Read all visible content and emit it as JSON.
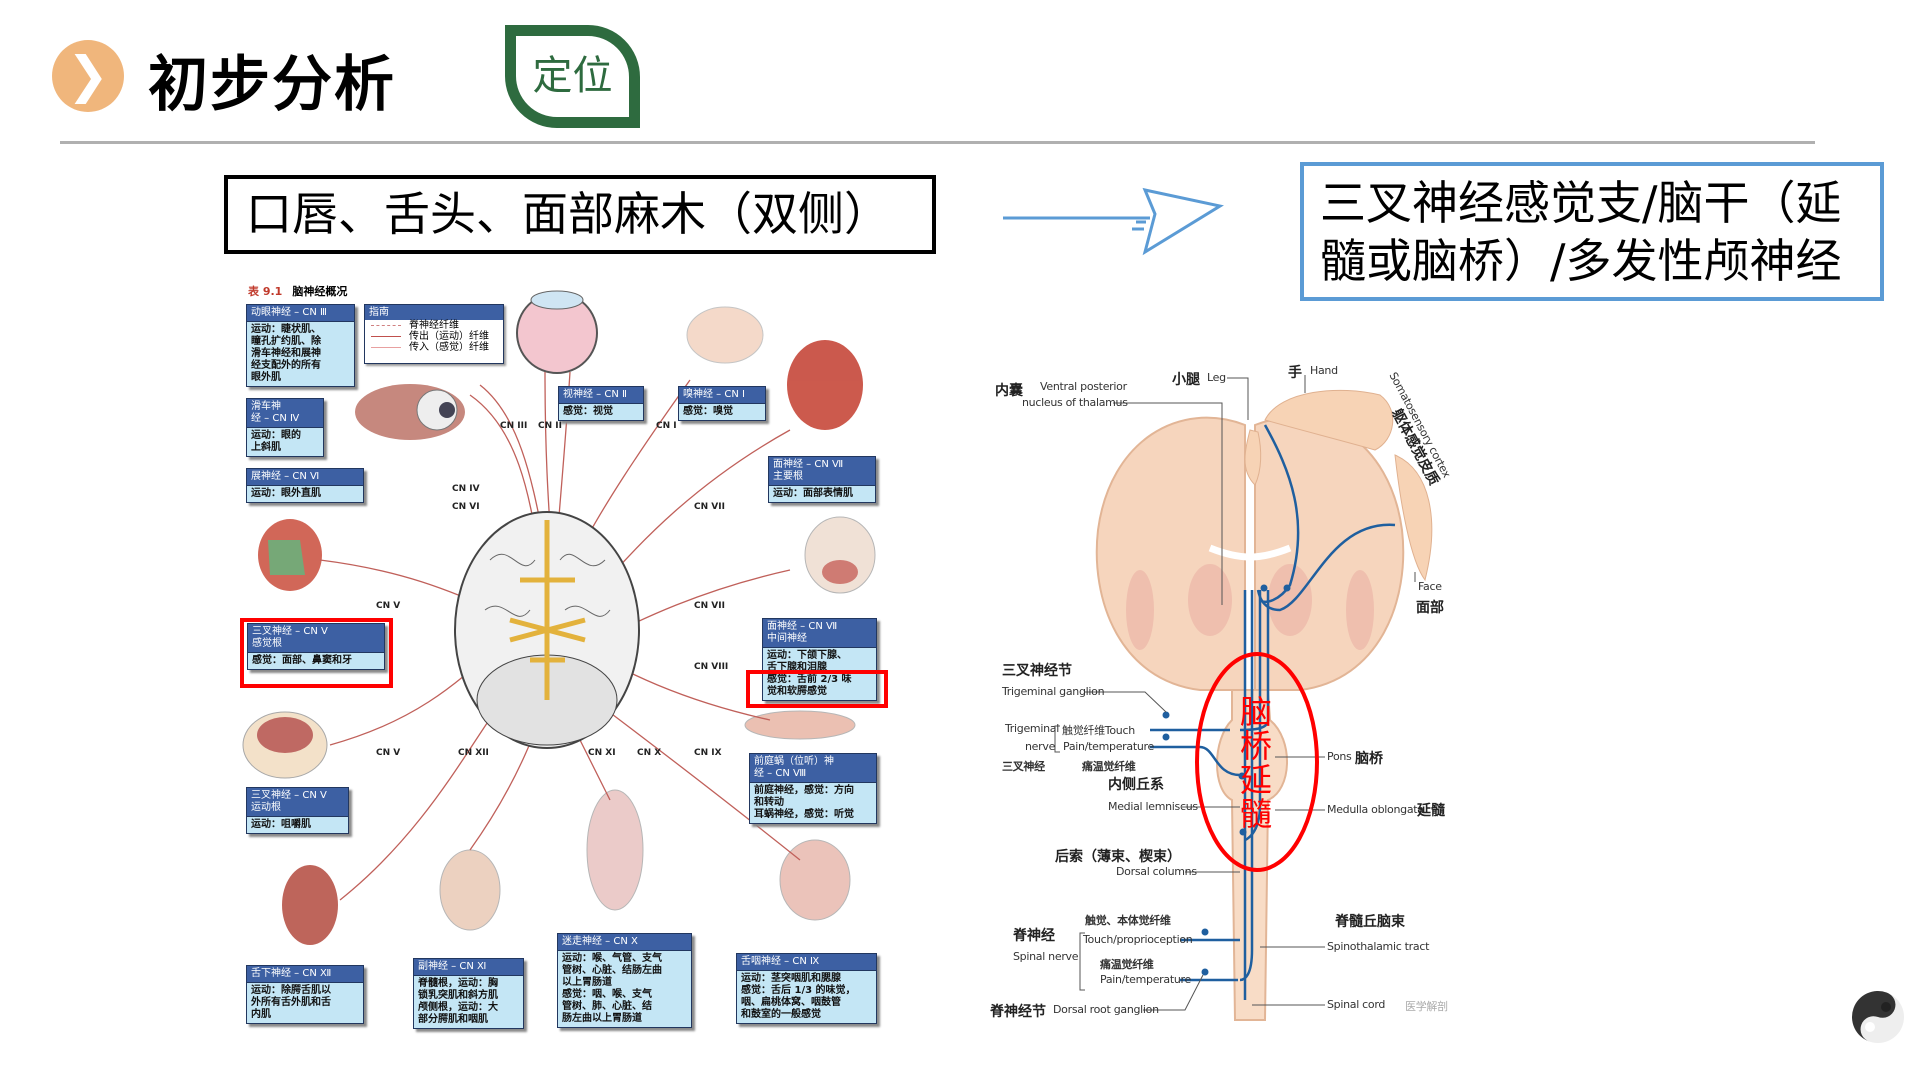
{
  "header": {
    "title": "初步分析",
    "tag": "定位",
    "icon": "chevron-right-icon"
  },
  "symptom": "口唇、舌头、面部麻木（双侧）",
  "conclusion": {
    "line1": "三叉神经感觉支/脑干（延",
    "line2": "髓或脑桥）/多发性颅神经"
  },
  "cranial_table": {
    "num": "表 9.1",
    "title": "脑神经概况",
    "legend": {
      "title": "指南",
      "items": [
        "脊神经纤维",
        "传出（运动）纤维",
        "传入（感觉）纤维"
      ]
    },
    "boxes": {
      "cn3": {
        "head": "动眼神经 – CN Ⅲ",
        "body": "运动：睫状肌、\n瞳孔扩约肌、除\n滑车神经和展神\n经支配外的所有\n眼外肌"
      },
      "cn4": {
        "head": "滑车神\n经 – CN Ⅳ",
        "body": "运动：眼的\n上斜肌"
      },
      "cn6": {
        "head": "展神经 – CN Ⅵ",
        "body": "运动：眼外直肌"
      },
      "cn2": {
        "head": "视神经 – CN Ⅱ",
        "body": "感觉：视觉"
      },
      "cn1": {
        "head": "嗅神经 – CN Ⅰ",
        "body": "感觉：嗅觉"
      },
      "cn7main": {
        "head": "面神经 – CN Ⅶ\n主要根",
        "body": "运动：面部表情肌"
      },
      "cn5s": {
        "head": "三叉神经 – CN Ⅴ\n感觉根",
        "body": "感觉：面部、鼻窦和牙"
      },
      "cn7int": {
        "head": "面神经 – CN Ⅶ\n中间神经",
        "body": "运动：下颌下腺、\n舌下腺和泪腺\n感觉：舌前 2/3 味\n觉和软腭感觉"
      },
      "cn8": {
        "head": "前庭蜗（位听）神\n经 – CN Ⅷ",
        "body": "前庭神经，感觉：方向\n和转动\n耳蜗神经，感觉：听觉"
      },
      "cn5m": {
        "head": "三叉神经 – CN Ⅴ\n运动根",
        "body": "运动：咀嚼肌"
      },
      "cn12": {
        "head": "舌下神经 – CN Ⅻ",
        "body": "运动：除腭舌肌以\n外所有舌外肌和舌\n内肌"
      },
      "cn11": {
        "head": "副神经 – CN Ⅺ",
        "body": "脊髓根，运动：胸\n锁乳突肌和斜方肌\n颅侧根，运动：大\n部分腭肌和咽肌"
      },
      "cn10": {
        "head": "迷走神经 – CN Ⅹ",
        "body": "运动：喉、气管、支气\n管树、心脏、结肠左曲\n以上胃肠道\n感觉：咽、喉、支气\n管树、肺、心脏、结\n肠左曲以上胃肠道"
      },
      "cn9": {
        "head": "舌咽神经 – CN Ⅸ",
        "body": "运动：茎突咽肌和腮腺\n感觉：舌后 1/3 的味觉，\n咽、扁桃体窝、咽鼓管\n和鼓室的一般感觉"
      }
    },
    "cn_labels": [
      "CN III",
      "CN II",
      "CN I",
      "CN IV",
      "CN VI",
      "CN VII",
      "CN V",
      "CN VII",
      "CN VIII",
      "CN V",
      "CN XII",
      "CN XI",
      "CN X",
      "CN IX"
    ]
  },
  "pathway": {
    "internal_capsule_cn": "内囊",
    "vpn1": "Ventral posterior",
    "vpn2": "nucleus of thalamus",
    "leg_cn": "小腿",
    "leg_en": "Leg",
    "hand_cn": "手",
    "hand_en": "Hand",
    "cortex_cn": "躯体感觉皮质",
    "cortex_en": "Somatosensory cortex",
    "face_en": "Face",
    "face_cn": "面部",
    "tg_cn": "三叉神经节",
    "tg_en": "Trigeminal ganglion",
    "tn_en1": "Trigeminal",
    "tn_en2": "nerve",
    "tn_cn": "三叉神经",
    "touch": "触觉纤维Touch",
    "pain": "Pain/temperature",
    "pain_cn": "痛温觉纤维",
    "ml_cn": "内侧丘系",
    "ml_en": "Medial lemniscus",
    "pons_en": "Pons",
    "pons_cn": "脑桥",
    "medulla_en": "Medulla oblongata",
    "medulla_cn": "延髓",
    "dc_cn": "后索（薄束、楔束）",
    "dc_en": "Dorsal columns",
    "highlight": "脑桥延髓",
    "sn_cn": "脊神经",
    "sn_en": "Spinal nerve",
    "tp_cn": "触觉、本体觉纤维",
    "tp_en": "Touch/proprioception",
    "pt_cn": "痛温觉纤维",
    "pt_en": "Pain/temperature",
    "drg_cn": "脊神经节",
    "drg_en": "Dorsal root ganglion",
    "st_cn": "脊髓丘脑束",
    "st_en": "Spinothalamic tract",
    "sc_en": "Spinal cord",
    "watermark": "医学解剖"
  },
  "colors": {
    "accent_orange": "#f0b67c",
    "tag_green": "#2e6b3f",
    "conclusion_blue": "#5b9bd5",
    "highlight_red": "#ff0000",
    "tract_blue": "#1f5f9f"
  }
}
